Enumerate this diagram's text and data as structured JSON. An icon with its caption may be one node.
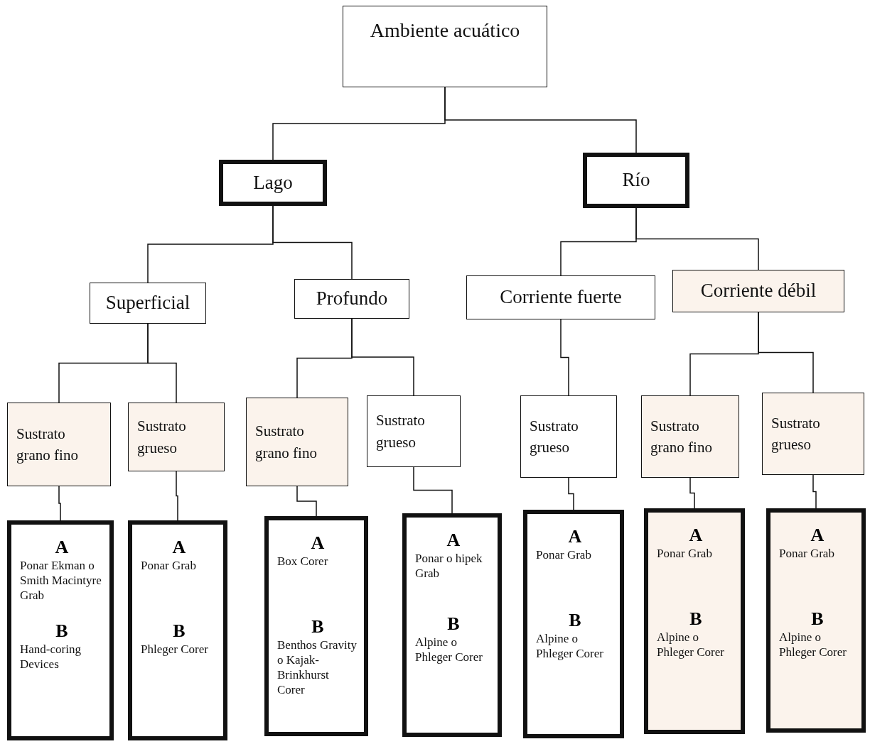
{
  "diagram": {
    "nodes": [
      {
        "text": [
          "Ambiente acuático"
        ]
      },
      {
        "text": [
          "Lago"
        ]
      },
      {
        "text": [
          "Río"
        ]
      },
      {
        "text": [
          "Superficial"
        ]
      },
      {
        "text": [
          "Profundo"
        ]
      },
      {
        "text": [
          "Corriente fuerte"
        ]
      },
      {
        "text": [
          "Corriente débil"
        ]
      },
      {
        "text": [
          "Sustrato grano fino"
        ]
      },
      {
        "text": [
          "Sustrato grueso"
        ]
      },
      {
        "text": [
          "Sustrato grano fino"
        ]
      },
      {
        "text": [
          "Sustrato grueso"
        ]
      },
      {
        "text": [
          "Sustrato grueso"
        ]
      },
      {
        "text": [
          "Sustrato grano fino"
        ]
      },
      {
        "text": [
          "Sustrato grueso"
        ]
      },
      {
        "text": [
          "A",
          "Ponar Ekman o Smith Macintyre Grab",
          "B",
          "Hand-coring Devices"
        ]
      },
      {
        "text": [
          "A",
          "Ponar Grab",
          "B",
          "Phleger Corer"
        ]
      },
      {
        "text": [
          "A",
          "Box Corer",
          "B",
          "Benthos Gravity o Kajak-Brinkhurst Corer"
        ]
      },
      {
        "text": [
          "A",
          "Ponar o hipek Grab",
          "B",
          "Alpine o Phleger Corer"
        ]
      },
      {
        "text": [
          "A",
          "Ponar Grab",
          "B",
          "Alpine o Phleger Corer"
        ]
      },
      {
        "text": [
          "A",
          "Ponar Grab",
          "B",
          "Alpine o Phleger Corer"
        ]
      },
      {
        "text": [
          "A",
          "Ponar Grab",
          "B",
          "Alpine o Phleger Corer"
        ]
      }
    ],
    "edges": [
      {
        "from": 0,
        "to": 1,
        "arrow": "none"
      },
      {
        "from": 0,
        "to": 2,
        "arrow": "none"
      },
      {
        "from": 1,
        "to": 3,
        "arrow": "none"
      },
      {
        "from": 1,
        "to": 4,
        "arrow": "none"
      },
      {
        "from": 2,
        "to": 5,
        "arrow": "none"
      },
      {
        "from": 2,
        "to": 6,
        "arrow": "none"
      },
      {
        "from": 3,
        "to": 7,
        "arrow": "none"
      },
      {
        "from": 3,
        "to": 8,
        "arrow": "none"
      },
      {
        "from": 4,
        "to": 9,
        "arrow": "none"
      },
      {
        "from": 4,
        "to": 10,
        "arrow": "none"
      },
      {
        "from": 5,
        "to": 11,
        "arrow": "none"
      },
      {
        "from": 6,
        "to": 12,
        "arrow": "none"
      },
      {
        "from": 6,
        "to": 13,
        "arrow": "none"
      },
      {
        "from": 7,
        "to": 14,
        "arrow": "none"
      },
      {
        "from": 8,
        "to": 15,
        "arrow": "none"
      },
      {
        "from": 9,
        "to": 16,
        "arrow": "none"
      },
      {
        "from": 10,
        "to": 17,
        "arrow": "none"
      },
      {
        "from": 11,
        "to": 18,
        "arrow": "none"
      },
      {
        "from": 12,
        "to": 19,
        "arrow": "none"
      },
      {
        "from": 13,
        "to": 20,
        "arrow": "none"
      }
    ]
  }
}
